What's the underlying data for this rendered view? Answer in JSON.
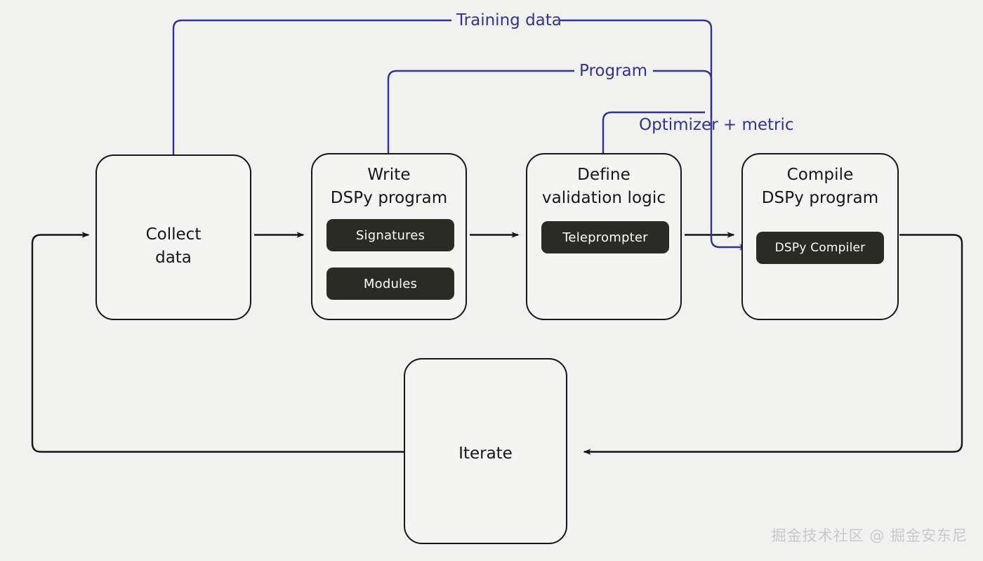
{
  "diagram": {
    "background_color": "#f1f1f0",
    "line_color": "#16161a",
    "accent_color": "#32328f",
    "pill_color": "#2b2b26",
    "nodes": [
      {
        "id": "collect",
        "title": "Collect\ndata",
        "pills": []
      },
      {
        "id": "write",
        "title": "Write\nDSPy program",
        "pills": [
          "Signatures",
          "Modules"
        ]
      },
      {
        "id": "define",
        "title": "Define\nvalidation logic",
        "pills": [
          "Teleprompter"
        ]
      },
      {
        "id": "compile",
        "title": "Compile\nDSPy program",
        "pills": [
          "DSPy Compiler"
        ]
      },
      {
        "id": "iterate",
        "title": "Iterate",
        "pills": []
      }
    ],
    "node_titles": {
      "collect": "Collect\ndata",
      "write": "Write\nDSPy program",
      "define": "Define\nvalidation logic",
      "compile": "Compile\nDSPy program",
      "iterate": "Iterate"
    },
    "pill_labels": {
      "signatures": "Signatures",
      "modules": "Modules",
      "teleprompter": "Teleprompter",
      "dspy_compiler": "DSPy Compiler"
    },
    "edge_labels": {
      "training_data": "Training data",
      "program": "Program",
      "optimizer_metric": "Optimizer + metric"
    }
  },
  "watermark": {
    "text": "掘金技术社区 @ 掘金安东尼"
  }
}
